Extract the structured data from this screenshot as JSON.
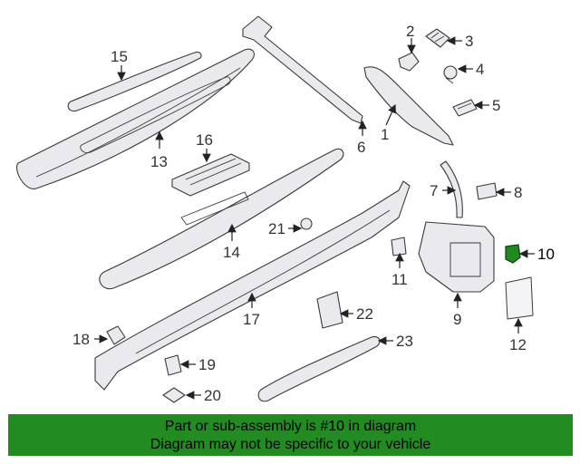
{
  "callouts": {
    "c1": "1",
    "c2": "2",
    "c3": "3",
    "c4": "4",
    "c5": "5",
    "c6": "6",
    "c7": "7",
    "c8": "8",
    "c9": "9",
    "c10": "10",
    "c11": "11",
    "c12": "12",
    "c13": "13",
    "c14": "14",
    "c15": "15",
    "c16": "16",
    "c17": "17",
    "c18": "18",
    "c19": "19",
    "c20": "20",
    "c21": "21",
    "c22": "22",
    "c23": "23"
  },
  "highlight": {
    "part": "10",
    "color": "#228b22"
  },
  "banner": {
    "line1": "Part or sub-assembly is #10 in diagram",
    "line2": "Diagram may not be specific to your vehicle"
  }
}
